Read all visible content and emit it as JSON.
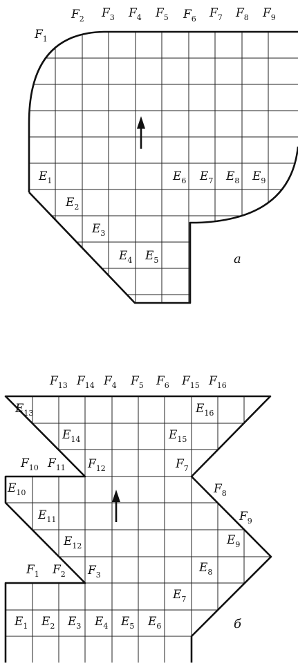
{
  "figure_a": {
    "top_labels": [
      {
        "base": "F",
        "sub": "1"
      },
      {
        "base": "F",
        "sub": "2"
      },
      {
        "base": "F",
        "sub": "3"
      },
      {
        "base": "F",
        "sub": "4"
      },
      {
        "base": "F",
        "sub": "5"
      },
      {
        "base": "F",
        "sub": "6"
      },
      {
        "base": "F",
        "sub": "7"
      },
      {
        "base": "F",
        "sub": "8"
      },
      {
        "base": "F",
        "sub": "9"
      }
    ],
    "inner_labels": [
      {
        "base": "E",
        "sub": "1"
      },
      {
        "base": "E",
        "sub": "2"
      },
      {
        "base": "E",
        "sub": "3"
      },
      {
        "base": "E",
        "sub": "4"
      },
      {
        "base": "E",
        "sub": "5"
      },
      {
        "base": "E",
        "sub": "6"
      },
      {
        "base": "E",
        "sub": "7"
      },
      {
        "base": "E",
        "sub": "8"
      },
      {
        "base": "E",
        "sub": "9"
      }
    ],
    "caption": "a"
  },
  "figure_b": {
    "top_labels": [
      {
        "base": "F",
        "sub": "13"
      },
      {
        "base": "F",
        "sub": "14"
      },
      {
        "base": "F",
        "sub": "4"
      },
      {
        "base": "F",
        "sub": "5"
      },
      {
        "base": "F",
        "sub": "6"
      },
      {
        "base": "F",
        "sub": "15"
      },
      {
        "base": "F",
        "sub": "16"
      }
    ],
    "side_labels": [
      {
        "base": "F",
        "sub": "10"
      },
      {
        "base": "F",
        "sub": "11"
      },
      {
        "base": "F",
        "sub": "12"
      },
      {
        "base": "F",
        "sub": "7"
      },
      {
        "base": "F",
        "sub": "8"
      },
      {
        "base": "F",
        "sub": "9"
      },
      {
        "base": "F",
        "sub": "1"
      },
      {
        "base": "F",
        "sub": "2"
      },
      {
        "base": "F",
        "sub": "3"
      }
    ],
    "inner_labels": [
      {
        "base": "E",
        "sub": "13"
      },
      {
        "base": "E",
        "sub": "16"
      },
      {
        "base": "E",
        "sub": "14"
      },
      {
        "base": "E",
        "sub": "15"
      },
      {
        "base": "E",
        "sub": "10"
      },
      {
        "base": "E",
        "sub": "11"
      },
      {
        "base": "E",
        "sub": "12"
      },
      {
        "base": "E",
        "sub": "9"
      },
      {
        "base": "E",
        "sub": "8"
      },
      {
        "base": "E",
        "sub": "7"
      },
      {
        "base": "E",
        "sub": "1"
      },
      {
        "base": "E",
        "sub": "2"
      },
      {
        "base": "E",
        "sub": "3"
      },
      {
        "base": "E",
        "sub": "4"
      },
      {
        "base": "E",
        "sub": "5"
      },
      {
        "base": "E",
        "sub": "6"
      }
    ],
    "caption": "б"
  }
}
